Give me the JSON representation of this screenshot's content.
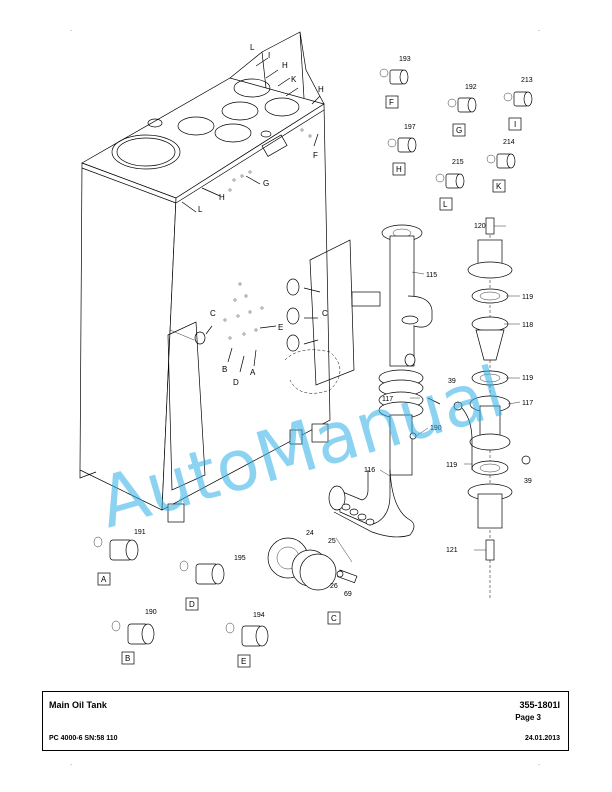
{
  "title_block": {
    "title": "Main Oil Tank",
    "document_number": "355-1801I",
    "page": "Page 3",
    "model": "PC 4000-6 SN:58 110",
    "date": "24.01.2013"
  },
  "watermark": {
    "text": "AutoManual",
    "color": "#2fb0e8"
  },
  "tank_view_letters": [
    "L",
    "I",
    "H",
    "K",
    "H",
    "F",
    "G",
    "H",
    "L",
    "C",
    "C",
    "E",
    "B",
    "D",
    "A"
  ],
  "detail_boxes": [
    "F",
    "G",
    "I",
    "H",
    "L",
    "K",
    "A",
    "D",
    "B",
    "E",
    "C"
  ],
  "part_numbers": [
    "193",
    "192",
    "213",
    "197",
    "215",
    "214",
    "120",
    "115",
    "119",
    "118",
    "39",
    "117",
    "119",
    "117",
    "39",
    "119",
    "190",
    "116",
    "121",
    "191",
    "195",
    "24",
    "25",
    "26",
    "69",
    "190",
    "194"
  ]
}
